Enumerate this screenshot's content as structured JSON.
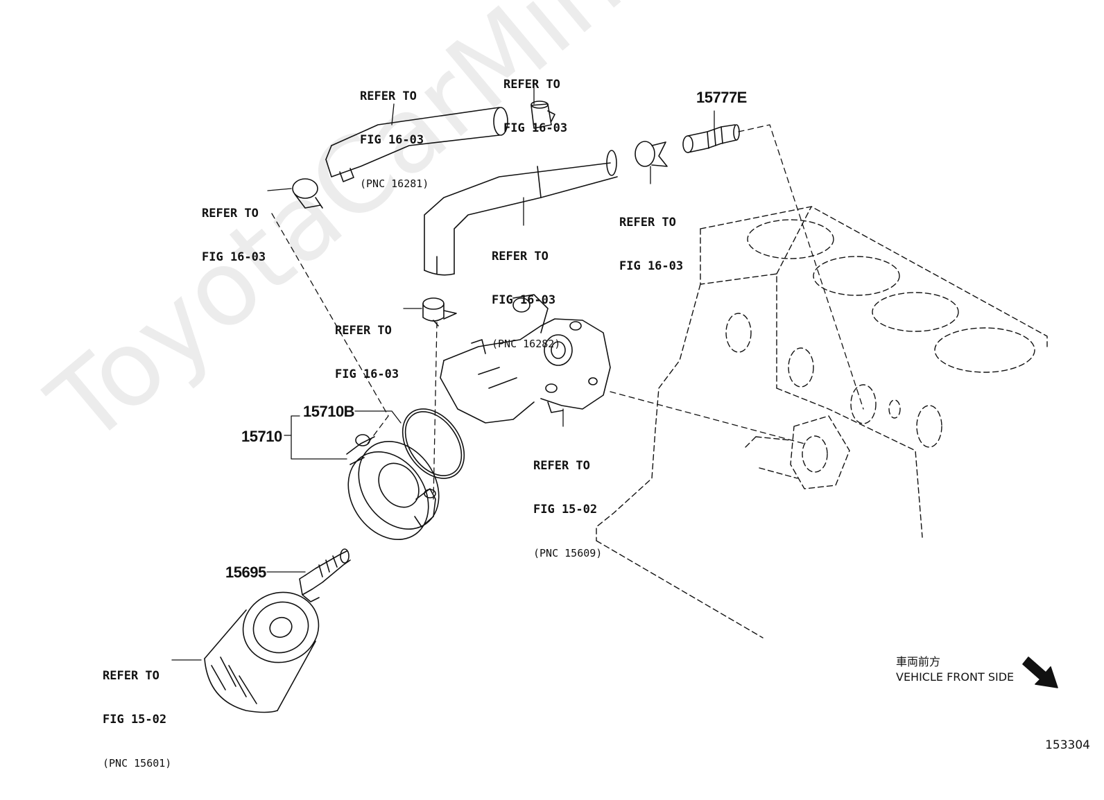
{
  "watermark": "ToyotaCarMine.ru",
  "part_numbers": {
    "p15777E": "15777E",
    "p15710B": "15710B",
    "p15710": "15710",
    "p15695": "15695"
  },
  "refs": {
    "r1": {
      "line1": "REFER TO",
      "line2": "FIG 16-03",
      "pnc": "(PNC 16281)"
    },
    "r2": {
      "line1": "REFER TO",
      "line2": "FIG 16-03"
    },
    "r3": {
      "line1": "REFER TO",
      "line2": "FIG 16-03"
    },
    "r4": {
      "line1": "REFER TO",
      "line2": "FIG 16-03"
    },
    "r5": {
      "line1": "REFER TO",
      "line2": "FIG 16-03",
      "pnc": "(PNC 16282)"
    },
    "r6": {
      "line1": "REFER TO",
      "line2": "FIG 16-03"
    },
    "r7": {
      "line1": "REFER TO",
      "line2": "FIG 15-02",
      "pnc": "(PNC 15609)"
    },
    "r8": {
      "line1": "REFER TO",
      "line2": "FIG 15-02",
      "pnc": "(PNC 15601)"
    }
  },
  "vehicle_front": {
    "jp": "車両前方",
    "en": "VEHICLE FRONT SIDE"
  },
  "diagram_code": "153304"
}
